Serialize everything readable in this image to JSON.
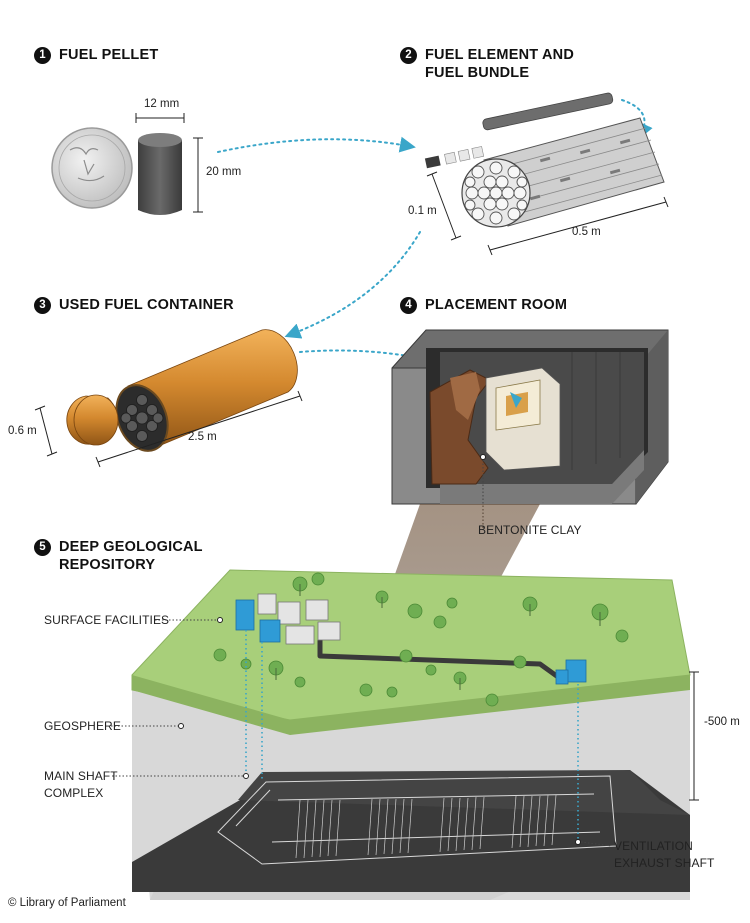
{
  "sections": [
    {
      "number": "1",
      "title": "FUEL PELLET",
      "title2": ""
    },
    {
      "number": "2",
      "title": "FUEL ELEMENT AND",
      "title2": "FUEL BUNDLE"
    },
    {
      "number": "3",
      "title": "USED FUEL CONTAINER",
      "title2": ""
    },
    {
      "number": "4",
      "title": "PLACEMENT ROOM",
      "title2": ""
    },
    {
      "number": "5",
      "title": "DEEP GEOLOGICAL",
      "title2": "REPOSITORY"
    }
  ],
  "dimensions": {
    "pellet_width": "12 mm",
    "pellet_height": "20 mm",
    "bundle_diameter": "0.1 m",
    "bundle_length": "0.5 m",
    "container_diameter": "0.6 m",
    "container_length": "2.5 m",
    "repository_depth": "-500 m"
  },
  "labels": {
    "bentonite": "BENTONITE CLAY",
    "surface_facilities": "SURFACE FACILITIES",
    "geosphere": "GEOSPHERE",
    "main_shaft_1": "MAIN SHAFT",
    "main_shaft_2": "COMPLEX",
    "ventilation_1": "VENTILATION",
    "ventilation_2": "EXHAUST SHAFT"
  },
  "credit": "© Library of Parliament",
  "colors": {
    "copper": "#d4892f",
    "grass": "#a8cf7a",
    "ground": "#d6d6d6",
    "repository": "#3a3a3a",
    "arrow": "#3aa6c9",
    "building_blue": "#2f9bd6"
  }
}
